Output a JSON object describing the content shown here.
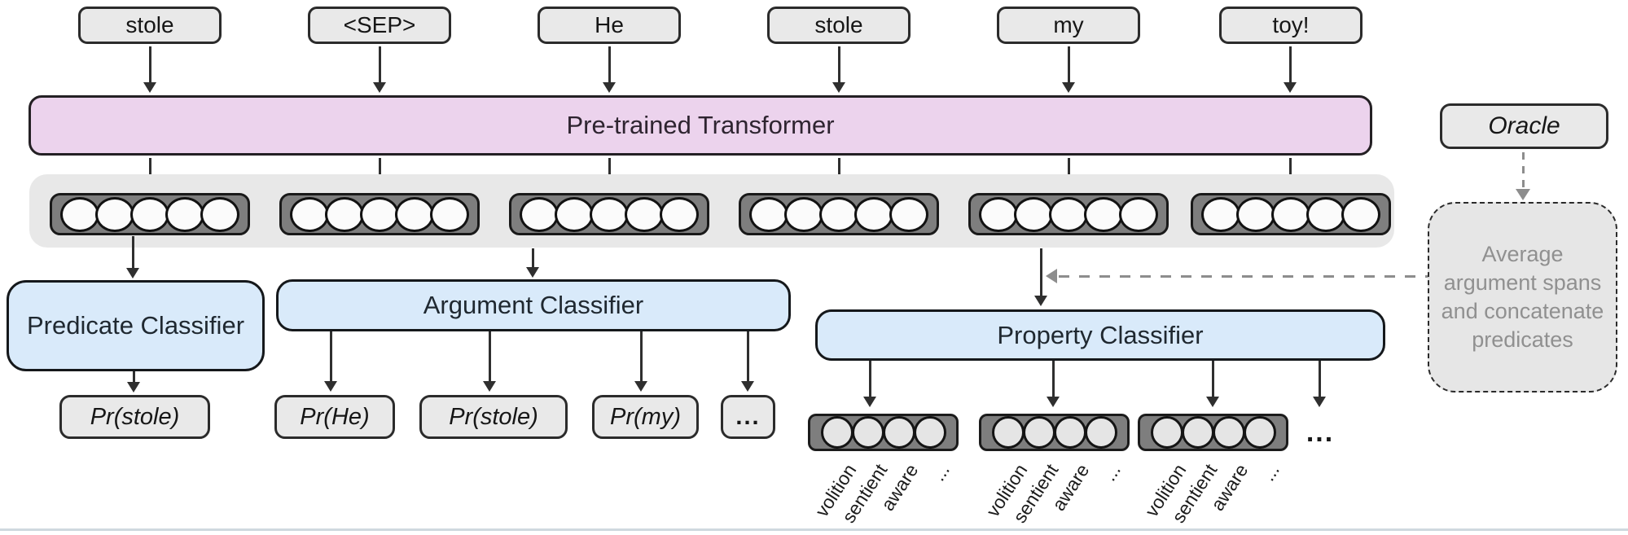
{
  "figure": {
    "tokens": [
      "stole",
      "<SEP>",
      "He",
      "stole",
      "my",
      "toy!"
    ],
    "transformer": {
      "label": "Pre-trained Transformer"
    },
    "token_embeddings": {
      "boxes": 6,
      "circles_per_box": 5
    },
    "classifiers": {
      "predicate": {
        "label": "Predicate Classifier"
      },
      "argument": {
        "label": "Argument Classifier"
      },
      "property": {
        "label": "Property Classifier"
      }
    },
    "outputs": {
      "predicate": [
        "Pr(stole)"
      ],
      "argument": [
        "Pr(He)",
        "Pr(stole)",
        "Pr(my)",
        "..."
      ],
      "property": {
        "boxes": 3,
        "circles_per_box": 4,
        "circle_labels": [
          "volition",
          "sentient",
          "aware",
          "..."
        ],
        "ellipsis": "..."
      }
    },
    "oracle": {
      "label": "Oracle",
      "note_lines": [
        "Average",
        "argument spans",
        "and concatenate",
        "predicates"
      ]
    },
    "colors": {
      "transformer_fill": "#ecd3ed",
      "classifier_fill": "#d9eafa",
      "gray_box_fill": "#e9e9e9",
      "band_fill": "#e8e8e8",
      "embedding_fill": "#7e7e7e",
      "arrow": "#2f2f2f",
      "dashed": "#8d8d8d",
      "note_text": "#909090"
    }
  }
}
